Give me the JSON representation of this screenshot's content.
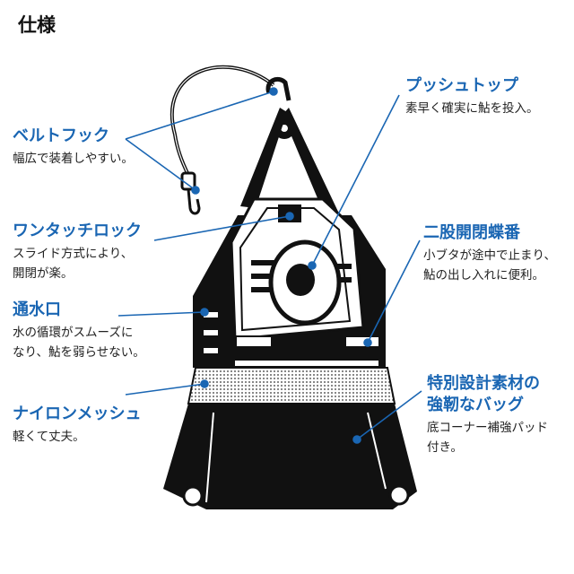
{
  "page": {
    "title": "仕様"
  },
  "features": {
    "belt_hook": {
      "title": "ベルトフック",
      "desc": [
        "幅広で装着しやすい。"
      ]
    },
    "one_touch_lock": {
      "title": "ワンタッチロック",
      "desc": [
        "スライド方式により、",
        "開閉が楽。"
      ]
    },
    "water_port": {
      "title": "通水口",
      "desc": [
        "水の循環がスムーズに",
        "なり、鮎を弱らせない。"
      ]
    },
    "nylon_mesh": {
      "title": "ナイロンメッシュ",
      "desc": [
        "軽くて丈夫。"
      ]
    },
    "push_top": {
      "title": "プッシュトップ",
      "desc": [
        "素早く確実に鮎を投入。"
      ]
    },
    "hinge": {
      "title": "二股開閉蝶番",
      "desc": [
        "小ブタが途中で止まり、",
        "鮎の出し入れに便利。"
      ]
    },
    "special_material": {
      "title": [
        "特別設計素材の",
        "強靭なバッグ"
      ],
      "desc": [
        "底コーナー補強パッド",
        "付き。"
      ]
    }
  },
  "colors": {
    "accent": "#1a66b3",
    "body": "#111111",
    "text": "#222222"
  }
}
